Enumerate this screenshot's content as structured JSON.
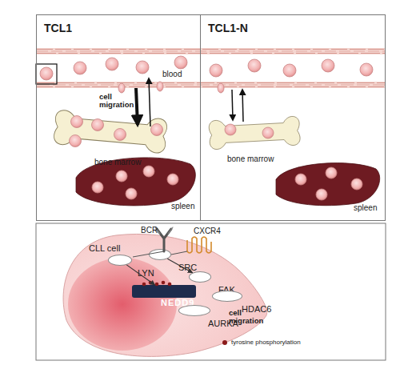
{
  "diagram": {
    "nodes": [
      {
        "text": [
          "TCL1"
        ]
      },
      {
        "text": [
          "TCL1-N"
        ]
      },
      {
        "text": [
          "CLL cell"
        ]
      },
      {
        "text": [
          "LYN"
        ],
        "in": 2
      },
      {
        "text": [
          "SRC"
        ],
        "in": 2
      },
      {
        "text": [
          "FAK"
        ],
        "in": 2
      },
      {
        "text": [
          "NEDD9"
        ],
        "in": 2
      },
      {
        "text": [
          "HDAC6"
        ],
        "in": 2
      },
      {
        "text": [
          "AURKA"
        ],
        "in": 2
      }
    ],
    "edges": [
      {
        "from": 3,
        "to": 6,
        "arrow": "to"
      },
      {
        "from": 4,
        "to": 5,
        "arrow": "to"
      }
    ],
    "labels": [
      "blood",
      "cell migration",
      "bone marrow",
      "spleen",
      "bone marrow",
      "spleen",
      "BCR",
      "CXCR4",
      "cell migration"
    ],
    "legend": [
      {
        "text": "tyrosine phosphorylation",
        "color": "#8b1a1a"
      }
    ]
  }
}
